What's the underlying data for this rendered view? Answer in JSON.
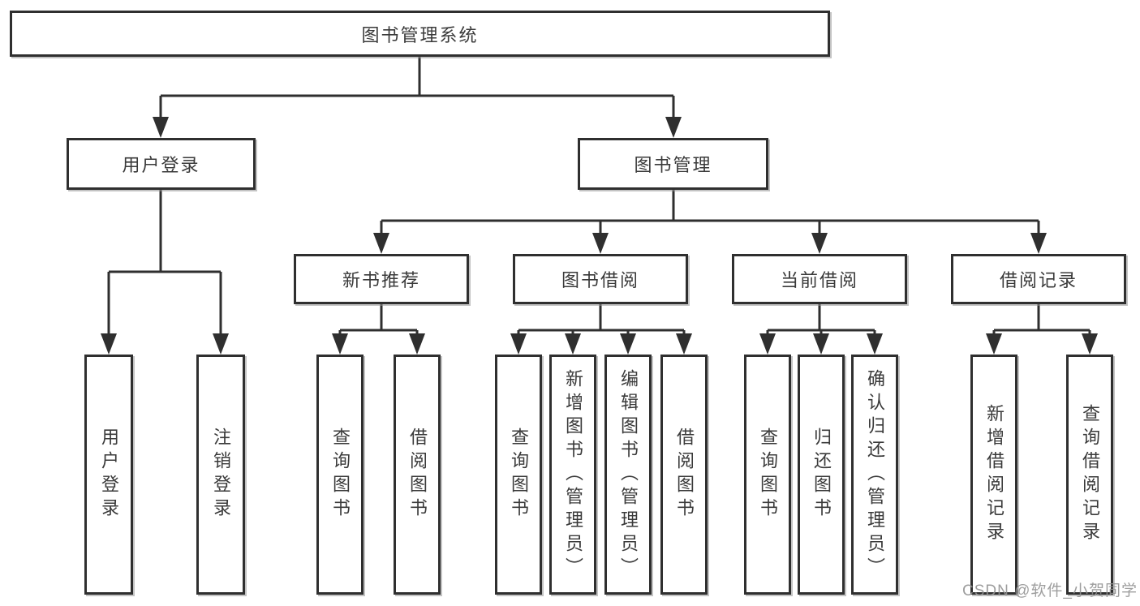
{
  "diagram": {
    "type": "tree",
    "root": {
      "label": "图书管理系统"
    },
    "level2": [
      {
        "label": "用户登录"
      },
      {
        "label": "图书管理"
      }
    ],
    "level3": [
      {
        "label": "新书推荐"
      },
      {
        "label": "图书借阅"
      },
      {
        "label": "当前借阅"
      },
      {
        "label": "借阅记录"
      }
    ],
    "leaves": {
      "user_login_group": [
        {
          "label": "用户登录"
        },
        {
          "label": "注销登录"
        }
      ],
      "new_book_group": [
        {
          "label": "查询图书"
        },
        {
          "label": "借阅图书"
        }
      ],
      "book_borrow_group": [
        {
          "label": "查询图书"
        },
        {
          "label": "新增图书（管理员）"
        },
        {
          "label": "编辑图书（管理员）"
        },
        {
          "label": "借阅图书"
        }
      ],
      "current_borrow_group": [
        {
          "label": "查询图书"
        },
        {
          "label": "归还图书"
        },
        {
          "label": "确认归还（管理员）"
        }
      ],
      "borrow_record_group": [
        {
          "label": "新增借阅记录"
        },
        {
          "label": "查询借阅记录"
        }
      ]
    },
    "colors": {
      "line": "#2f2f2f",
      "box_border": "#2f2f2f",
      "text": "#3a3a3a",
      "background": "#ffffff",
      "watermark": "#949494"
    },
    "watermark": "CSDN @软件_小贺同学"
  }
}
